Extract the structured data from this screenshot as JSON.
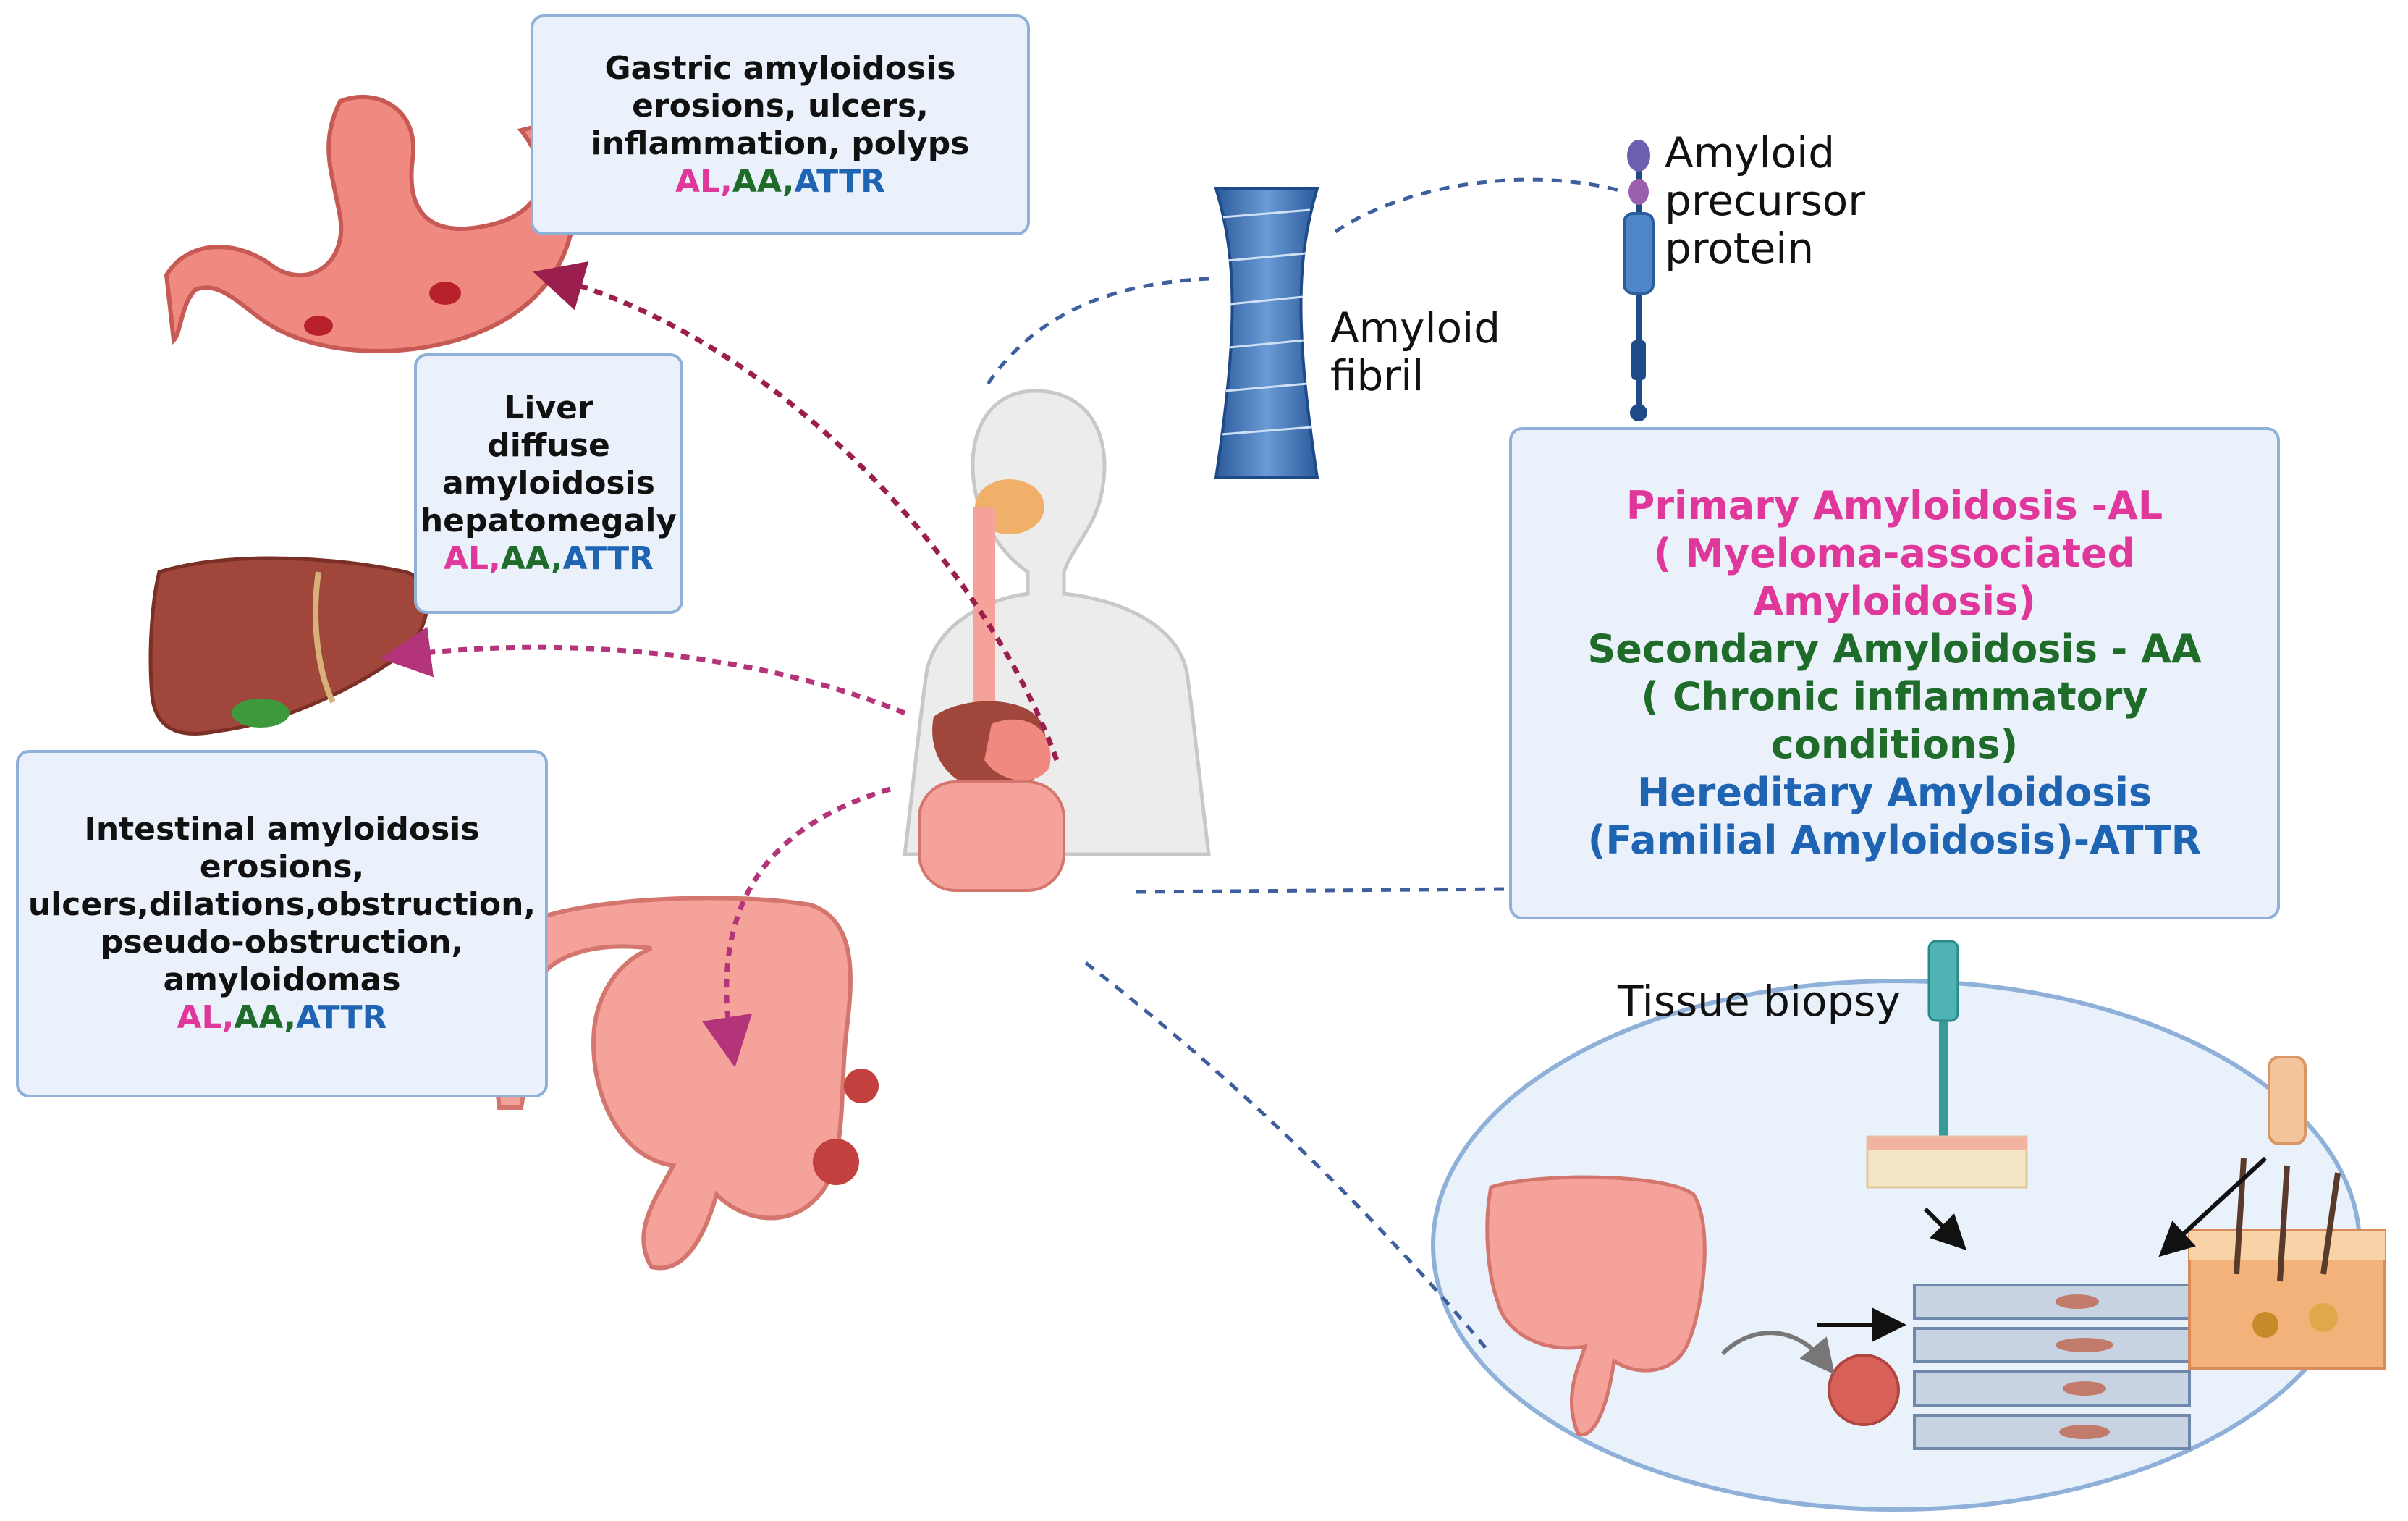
{
  "gastric_box": {
    "lines": [
      "Gastric amyloidosis",
      "erosions, ulcers,",
      "inflammation, polyps"
    ],
    "types": {
      "al": "AL,",
      "aa": "AA,",
      "attr": "ATTR"
    }
  },
  "liver_box": {
    "lines": [
      "Liver",
      "diffuse",
      "amyloidosis",
      "hepatomegaly"
    ],
    "types": {
      "al": "AL,",
      "aa": "AA,",
      "attr": "ATTR"
    }
  },
  "intestinal_box": {
    "lines": [
      "Intestinal amyloidosis",
      "erosions,",
      "ulcers,dilations,obstruction,",
      "pseudo-obstruction,",
      "amyloidomas"
    ],
    "types": {
      "al": "AL,",
      "aa": "AA,",
      "attr": "ATTR"
    }
  },
  "classification_box": {
    "primary": [
      "Primary Amyloidosis  -AL",
      "( Myeloma-associated",
      "Amyloidosis)"
    ],
    "secondary": [
      "Secondary Amyloidosis - AA",
      "( Chronic inflammatory",
      "conditions)"
    ],
    "hereditary": [
      "Hereditary Amyloidosis",
      "(Familial Amyloidosis)-ATTR"
    ]
  },
  "labels": {
    "fibril": [
      "Amyloid",
      "fibril"
    ],
    "precursor": [
      "Amyloid",
      "precursor",
      "protein"
    ],
    "biopsy": "Tissue biopsy"
  },
  "colors": {
    "al": "#e0379a",
    "aa": "#1f6b2a",
    "attr": "#1f63b3",
    "box_fill": "#eaf1fb",
    "box_border": "#8fb0d8",
    "arrow": "#9b1f4e",
    "dashed_blue": "#3d5f9e"
  }
}
